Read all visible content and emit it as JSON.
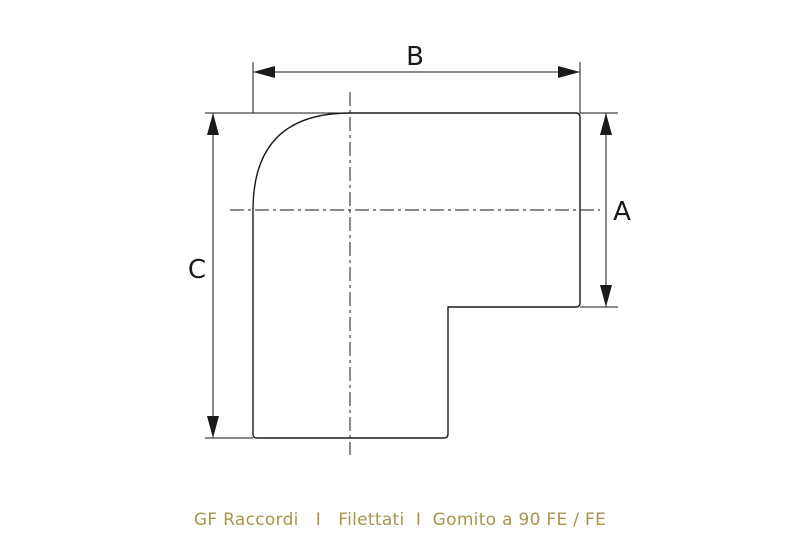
{
  "diagram": {
    "dimension_labels": {
      "a": "A",
      "b": "B",
      "c": "C"
    }
  },
  "caption": {
    "text": "GF Raccordi   I   Filettati  I  Gomito a 90 FE / FE",
    "color": "#a8954a"
  },
  "colors": {
    "line": "#1a1a1a",
    "background": "#ffffff"
  }
}
